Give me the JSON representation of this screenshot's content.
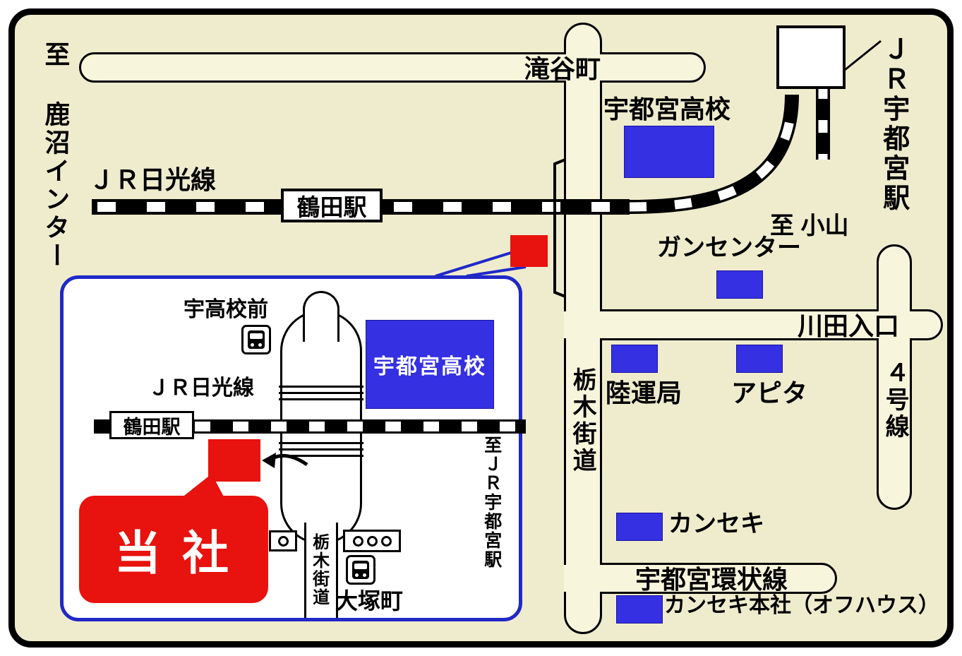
{
  "colors": {
    "background": "#efecce",
    "road": "#f8f5dd",
    "building_blue": "#3530e2",
    "marker_red": "#e8120e",
    "inset_border_blue": "#2028c8"
  },
  "main_map": {
    "to_kanuma_label": "至 鹿沼インター",
    "takiya_cho_label": "滝谷町",
    "jr_nikko_line_label": "ＪＲ日光線",
    "tsuruta_station_label": "鶴田駅",
    "jr_utsunomiya_station_label": "ＪＲ宇都宮駅",
    "utsunomiya_hs_label": "宇都宮高校",
    "to_oyama_label": "至 小山",
    "gan_center_label": "ガンセンター",
    "tochigi_kaido_label": "栃木街道",
    "kawada_iriguchi_label": "川田入口",
    "route_4_label": "４号線",
    "rikuunkyoku_label": "陸運局",
    "apita_label": "アピタ",
    "kanseki_label": "カンセキ",
    "utsunomiya_ring_road_label": "宇都宮環状線",
    "kanseki_hq_label": "カンセキ本社（オフハウス）"
  },
  "inset_map": {
    "ukokomae_label": "宇高校前",
    "jr_nikko_line_label": "ＪＲ日光線",
    "tsuruta_station_label": "鶴田駅",
    "utsunomiya_hs_label": "宇都宮高校",
    "company_label": "当 社",
    "otsukacho_label": "大塚町",
    "tochigi_kaido_label": "栃木街道",
    "to_jr_utsunomiya_label": "至ＪＲ宇都宮駅"
  }
}
